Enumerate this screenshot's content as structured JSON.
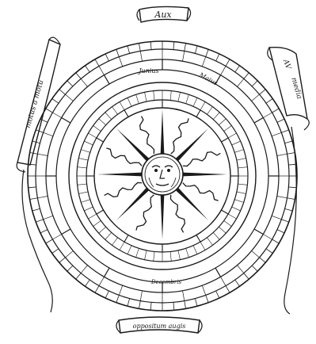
{
  "banners": {
    "top": "Aux",
    "bottom": "oppositum augis",
    "left": "motus a motu",
    "right_upper": "media",
    "right_upper_mark": "AV"
  },
  "ring_labels": {
    "upper": "Junius",
    "upper_right": "Maius",
    "lower": "Decembris"
  },
  "icons": {
    "center": "sun-face-icon"
  }
}
